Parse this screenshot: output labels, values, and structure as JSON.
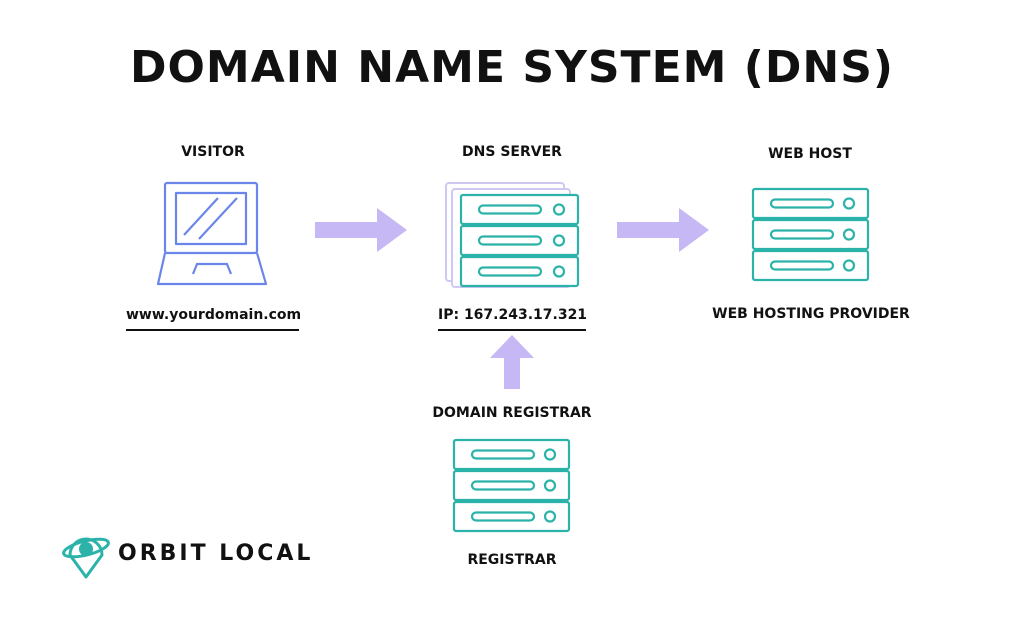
{
  "title": "DOMAIN NAME SYSTEM (DNS)",
  "nodes": {
    "visitor": {
      "heading": "VISITOR",
      "caption": "www.yourdomain.com"
    },
    "dns_server": {
      "heading": "DNS SERVER",
      "caption": "IP: 167.243.17.321"
    },
    "web_host": {
      "heading": "WEB HOST",
      "caption": "WEB HOSTING PROVIDER"
    },
    "registrar": {
      "heading": "DOMAIN REGISTRAR",
      "caption": "REGISTRAR"
    }
  },
  "brand": {
    "name": "ORBIT LOCAL",
    "icon": "orbit-pin-logo"
  },
  "colors": {
    "server": "#2bb3a9",
    "laptop": "#6b86e8",
    "arrow": "#c6b8f4",
    "stack_back": "#cfc8f3"
  }
}
